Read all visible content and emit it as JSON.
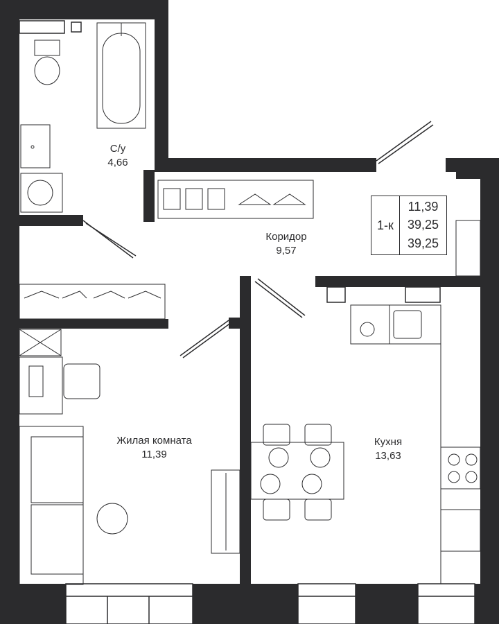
{
  "colors": {
    "wall": "#2b2b2d",
    "line": "#2b2b2d",
    "background": "#ffffff"
  },
  "summary": {
    "type": "1-к",
    "area_living": "11,39",
    "area_total": "39,25",
    "area_total2": "39,25"
  },
  "rooms": {
    "bathroom": {
      "name": "С/у",
      "area": "4,66"
    },
    "corridor": {
      "name": "Коридор",
      "area": "9,57"
    },
    "living": {
      "name": "Жилая комната",
      "area": "11,39"
    },
    "kitchen": {
      "name": "Кухня",
      "area": "13,63"
    }
  }
}
